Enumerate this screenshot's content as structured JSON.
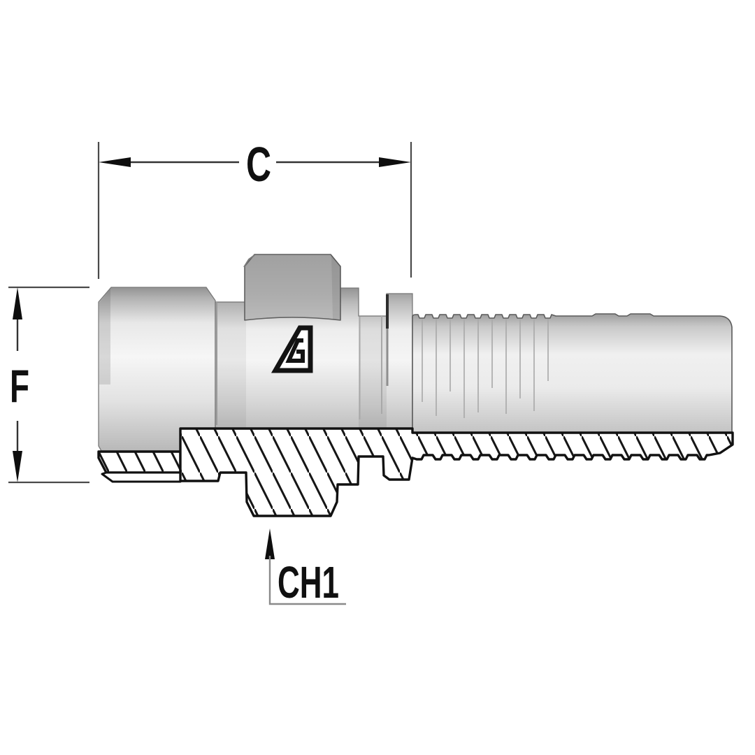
{
  "drawing": {
    "kind": "technical-drawing-cross-section",
    "labels": {
      "c": "C",
      "f": "F",
      "ch1": "CH1"
    },
    "logo": {
      "name": "stylized-a-manufacturer-logo"
    },
    "colors": {
      "background": "#ffffff",
      "outline": "#161616",
      "body_highlight": "#f6f6f6",
      "body_shadow": "#b6b6b6",
      "hex_face": "#ababab",
      "hatch_line": "#161616",
      "dimension_line": "#333333",
      "extension_line": "#4a4a4a",
      "leader_line": "#8a8a8a",
      "label_text": "#101010"
    }
  }
}
